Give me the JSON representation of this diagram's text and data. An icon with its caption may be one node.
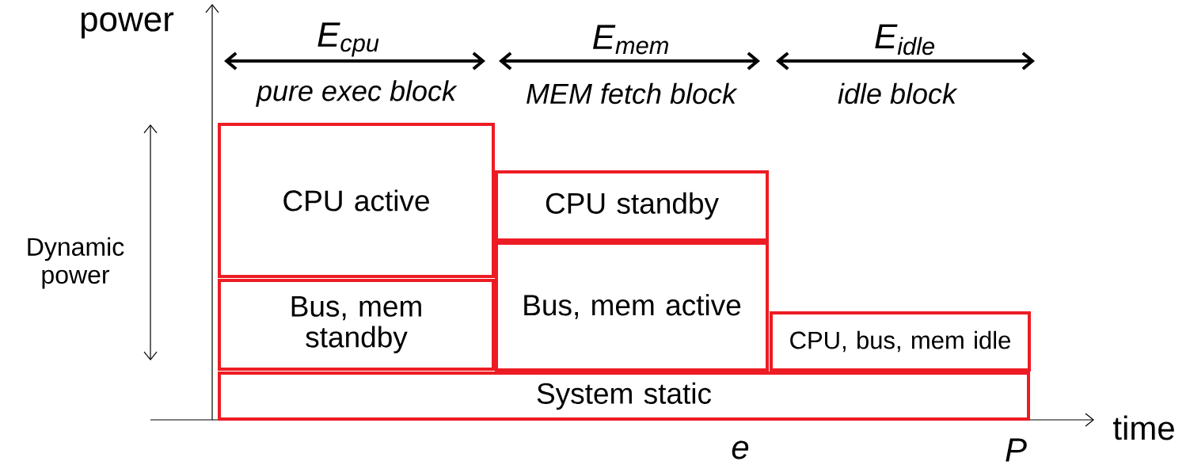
{
  "diagram": {
    "nodes": [
      {
        "text": [
          "CPU active"
        ]
      },
      {
        "text": [
          "Bus, mem standby"
        ]
      },
      {
        "text": [
          "CPU standby"
        ]
      },
      {
        "text": [
          "Bus, mem active"
        ]
      },
      {
        "text": [
          "CPU, bus, mem idle"
        ]
      },
      {
        "text": [
          "System static"
        ]
      }
    ],
    "labels": [
      "power",
      "E$_{cpu}$",
      "E$_{mem}$",
      "E$_{idle}$",
      "pure exec block",
      "MEM fetch block",
      "idle block",
      "Dynamic power",
      "time",
      "e",
      "P"
    ]
  }
}
